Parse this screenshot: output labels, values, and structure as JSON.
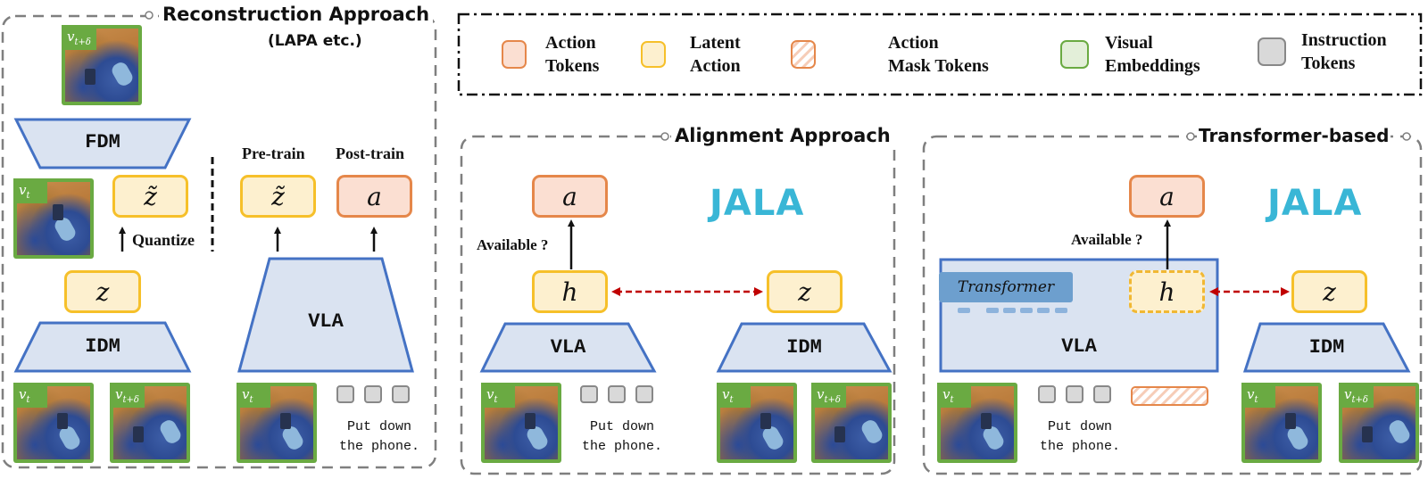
{
  "legend": {
    "items": [
      {
        "label": "Action\nTokens",
        "kind": "action",
        "fill": "#fbdfd2",
        "stroke": "#e5874a"
      },
      {
        "label": "Latent\nAction",
        "kind": "latent",
        "fill": "#fdf0cf",
        "stroke": "#f6c02a"
      },
      {
        "label": "Action\nMask Tokens",
        "kind": "mask",
        "fill": "#fbe9e1",
        "stroke": "#e5874a"
      },
      {
        "label": "Visual\nEmbeddings",
        "kind": "visual",
        "fill": "#e3efd9",
        "stroke": "#6aaa42"
      },
      {
        "label": "Instruction\nTokens",
        "kind": "instruction",
        "fill": "#d9d9d9",
        "stroke": "#888888"
      }
    ]
  },
  "colors": {
    "module_fill": "#dae3f1",
    "module_stroke": "#4472c4",
    "section_border": "#7f7f7f",
    "align_arrow": "#c00000",
    "visual_frame": "#6aaa42"
  },
  "reconstruction": {
    "title": "Reconstruction Approach",
    "subtitle": "(LAPA etc.)",
    "fdm_label": "FDM",
    "idm_label": "IDM",
    "vla_label": "VLA",
    "z_tilde": "z̃",
    "z": "z",
    "quantize_label": "Quantize",
    "pretrain_label": "Pre-train",
    "posttrain_label": "Post-train",
    "pretrain_token": "z̃",
    "posttrain_token": "a",
    "frame_vt": "v",
    "frame_vt_sub": "t",
    "frame_vtd_sub": "t+δ",
    "instruction": "Put down\nthe phone."
  },
  "alignment": {
    "title": "Alignment Approach",
    "logo": "JALA",
    "action_token": "a",
    "available_label": "Available ?",
    "h_token": "h",
    "z_token": "z",
    "vla_label": "VLA",
    "idm_label": "IDM",
    "frame_v": "v",
    "frame_vt_sub": "t",
    "frame_vtd_sub": "t+δ",
    "instruction": "Put down\nthe phone."
  },
  "transformer_based": {
    "title": "Transformer-based",
    "logo": "JALA",
    "action_token": "a",
    "available_label": "Available ?",
    "transformer_label": "Transformer",
    "h_token": "h",
    "z_token": "z",
    "vla_label": "VLA",
    "idm_label": "IDM",
    "frame_v": "v",
    "frame_vt_sub": "t",
    "frame_vtd_sub": "t+δ",
    "instruction": "Put down\nthe phone."
  }
}
